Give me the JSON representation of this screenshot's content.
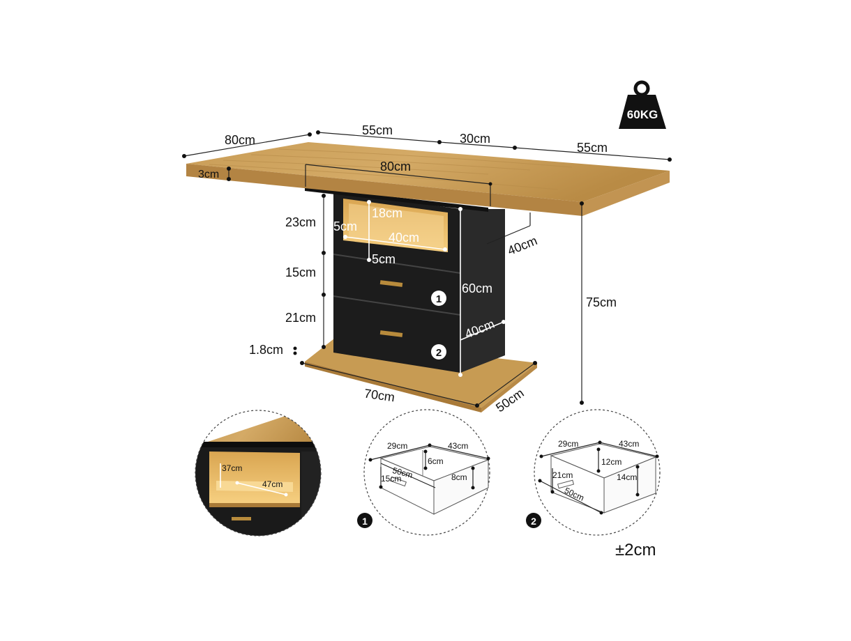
{
  "weight": {
    "label": "60KG"
  },
  "tabletop": {
    "depth": "80cm",
    "leaf_left": "55cm",
    "leaf_middle": "30cm",
    "leaf_right": "55cm",
    "thickness": "3cm",
    "center_width": "80cm",
    "height": "75cm",
    "depth_right": "40cm"
  },
  "cabinet": {
    "top_section": "23cm",
    "drawer1_height": "15cm",
    "drawer2_height": "21cm",
    "base_thickness": "1.8cm",
    "opening_height": "18cm",
    "opening_side": "5cm",
    "opening_width": "40cm",
    "opening_bottom": "5cm",
    "body_height": "60cm",
    "body_depth": "40cm",
    "base_width": "70cm",
    "base_depth": "50cm",
    "drawer1_num": "1",
    "drawer2_num": "2"
  },
  "inset_light": {
    "height": "37cm",
    "width": "47cm"
  },
  "drawer1_detail": {
    "num": "1",
    "front_width": "29cm",
    "side_length": "43cm",
    "inner_height": "6cm",
    "depth": "50cm",
    "front_height": "15cm",
    "side_height": "8cm"
  },
  "drawer2_detail": {
    "num": "2",
    "front_width": "29cm",
    "side_length": "43cm",
    "inner_height": "12cm",
    "front_height": "21cm",
    "side_height": "14cm",
    "depth": "50cm"
  },
  "tolerance": "±2cm",
  "colors": {
    "oak": "#c4974f",
    "oak_dark": "#a97a38",
    "black": "#1e1e1e",
    "glow": "#f2c267"
  }
}
